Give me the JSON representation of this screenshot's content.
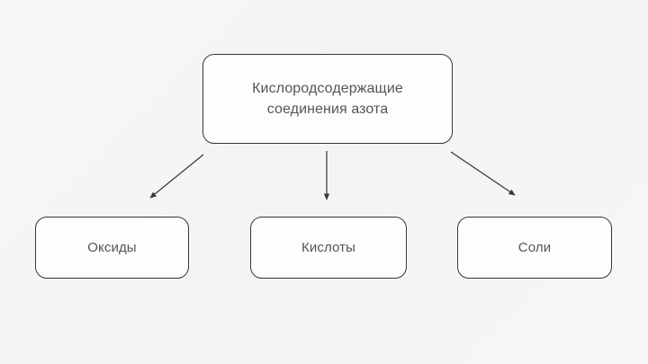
{
  "diagram": {
    "background_color": "#f5f5f6",
    "border_color": "#40313a",
    "text_color": "#56545a",
    "node_fill": "#fdfdfd",
    "root": {
      "label": "Кислородсодержащие\nсоединения азота"
    },
    "children": [
      {
        "label": "Оксиды"
      },
      {
        "label": "Кислоты"
      },
      {
        "label": "Соли"
      }
    ],
    "connectors": [
      {
        "name": "arrow-root-to-oxides",
        "direction": "down-left"
      },
      {
        "name": "arrow-root-to-acids",
        "direction": "down"
      },
      {
        "name": "arrow-root-to-salts",
        "direction": "down-right"
      }
    ]
  }
}
